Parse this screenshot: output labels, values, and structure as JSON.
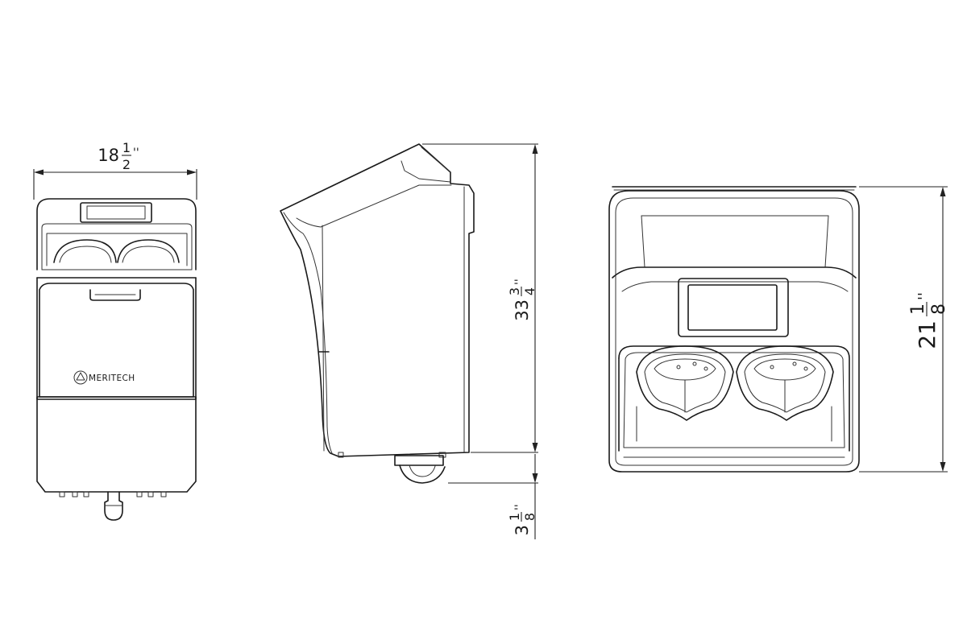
{
  "brand": {
    "logo_text": "MERITECH"
  },
  "dimensions": {
    "width": {
      "whole": "18",
      "num": "1",
      "den": "2",
      "unit": "''"
    },
    "height": {
      "whole": "33",
      "num": "3",
      "den": "4",
      "unit": "''"
    },
    "offset": {
      "whole": "3",
      "num": "1",
      "den": "8",
      "unit": "''"
    },
    "depth": {
      "whole": "21",
      "num": "1",
      "den": "8",
      "unit": "''"
    }
  },
  "colors": {
    "line": "#1a1a1a",
    "background": "#ffffff"
  }
}
